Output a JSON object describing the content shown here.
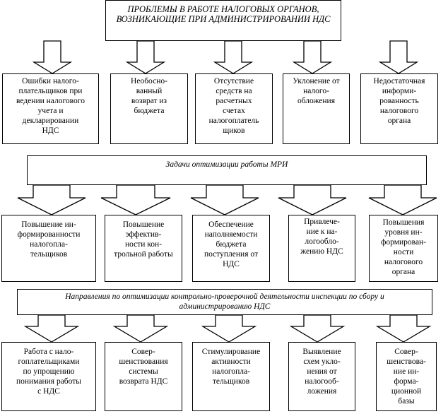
{
  "title": [
    "ПРОБЛЕМЫ В РАБОТЕ НАЛОГОВЫХ ОРГАНОВ,",
    "ВОЗНИКАЮЩИЕ ПРИ АДМИНИСТРИРОВАНИИ НДС"
  ],
  "problems": [
    [
      "Ошибки налого-",
      "плательщиков при",
      "ведении налогового",
      "учета и",
      "декларировании",
      "НДС"
    ],
    [
      "Необосно-",
      "ванный",
      "возврат из",
      "бюджета"
    ],
    [
      "Отсутствие",
      "средств на",
      "расчетных",
      "счетах",
      "налогоплатель",
      "щиков"
    ],
    [
      "Уклонение от",
      "налого-",
      "обложения"
    ],
    [
      "Недостаточная",
      "информи-",
      "рованность",
      "налогового",
      "органа"
    ]
  ],
  "tasks_bar": "Задачи оптимизации работы МРИ",
  "tasks": [
    [
      "Повышение ин-",
      "формированности",
      "налогопла-",
      "тельщиков"
    ],
    [
      "Повышение",
      "эффектив-",
      "ности кон-",
      "трольной работы"
    ],
    [
      "Обеспечение",
      "наполняемости",
      "бюджета",
      "поступления от",
      "НДС"
    ],
    [
      "Привлече-",
      "ние к на-",
      "логообло-",
      "жению НДС"
    ],
    [
      "Повышения",
      "уровня ин-",
      "формирован-",
      "ности",
      "налогового",
      "органа"
    ]
  ],
  "directions_bar": [
    "Направления по оптимизации контрольно-проверочной деятельности инспекции по сбору и",
    "администрированию НДС"
  ],
  "directions": [
    [
      "Работа с нало-",
      "гоплательщиками",
      "по упрощению",
      "понимания работы",
      "с НДС"
    ],
    [
      "Совер-",
      "шенствования",
      "системы",
      "возврата НДС"
    ],
    [
      "Стимулирование",
      "активности",
      "налогопла-",
      "тельщиков"
    ],
    [
      "Выявление",
      "схем укло-",
      "нения от",
      "налогооб-",
      "ложения"
    ],
    [
      "Совер-",
      "шенствова-",
      "ние ин-",
      "форма-",
      "ционной",
      "базы"
    ]
  ]
}
